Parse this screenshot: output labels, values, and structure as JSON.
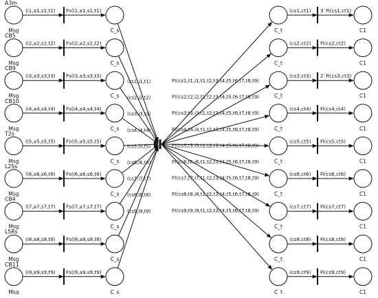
{
  "left_rows": [
    {
      "top_label": "A3m",
      "bottom_label": "Msg",
      "arc_label": "(i1,a1,s1,t1)",
      "transition_label": "Fs(i1,a1,s1,t1)",
      "out_label": "C_s"
    },
    {
      "top_label": "CB5",
      "bottom_label": "Msg",
      "arc_label": "(i2,a2,s2,t2)",
      "transition_label": "Fs(i2,a2,s2,t2)",
      "out_label": "C_s"
    },
    {
      "top_label": "CB9",
      "bottom_label": "Msg",
      "arc_label": "(i3,a3,s3,t3)",
      "transition_label": "Fs(i3,a3,s3,t3)",
      "out_label": "C_s"
    },
    {
      "top_label": "CB10",
      "bottom_label": "Msg",
      "arc_label": "(i4,a4,s4,t4)",
      "transition_label": "Fs(i4,a4,s4,t4)",
      "out_label": "C_s"
    },
    {
      "top_label": "T2s",
      "bottom_label": "Msg",
      "arc_label": "(i5,a5,s5,t5)",
      "transition_label": "Fs(i5,a5,s5,t5)",
      "out_label": "C_s"
    },
    {
      "top_label": "L2Ss",
      "bottom_label": "Msg",
      "arc_label": "(i6,a6,s6,t6)",
      "transition_label": "Fs(i6,a6,s6,t6)",
      "out_label": "C_s"
    },
    {
      "top_label": "CB4",
      "bottom_label": "Msg",
      "arc_label": "(i7,a7,s7,t7)",
      "transition_label": "Fs(i7,a7,s7,t7)",
      "out_label": "C_s"
    },
    {
      "top_label": "L5Rs",
      "bottom_label": "Msg",
      "arc_label": "(i8,a8,s8,t8)",
      "transition_label": "Fs(i8,a8,s8,t8)",
      "out_label": "C_s"
    },
    {
      "top_label": "CB11",
      "bottom_label": "Msg",
      "arc_label": "(i9,a9,s9,t9)",
      "transition_label": "Fs(i9,a9,s9,t9)",
      "out_label": "C_s"
    }
  ],
  "converge_labels": [
    "(cs1,i1,t1)",
    "(cs2,i2,t2)",
    "(cs3,i3,t3)",
    "(cs4,i4,t4)",
    "(cs5,i5,t5)",
    "(cs6,i6,t6)",
    "(cs7,i7,t7)",
    "(cs8,i8,t8)",
    "(cs9,i9,t9)"
  ],
  "ft_labels": [
    "Ft(cs1,t1,i1,t1,t2,t3,t4,t5,t6,t7,t8,t9)",
    "Ft(cs2,t2,i2,t1,t2,t3,t4,t5,t6,t7,t8,t9)",
    "Ft(cs3,t3,i3,t1,t2,t3,t4,t5,t6,t7,t8,t9)",
    "Ft(cs4,t4,i4,t1,t2,t3,t4,t5,t6,t7,t8,t9)",
    "Ft(cs5,t5,i5,t1,t2,t3,t4,t5,t6,t7,t8,t9)",
    "Ft(cs6,t6,i6,t1,t2,t3,t4,t5,t6,t7,t8,t9)",
    "Ft(cs7,t7,i7,t1,t2,t3,t4,t5,t6,t7,t8,t9)",
    "Ft(cs8,t8,i8,t1,t2,t3,t4,t5,t6,t7,t8,t9)",
    "Ft(cs9,t9,i9,t1,t2,t3,t4,t5,t6,t7,t8,t9)"
  ],
  "right_rows": [
    {
      "place_label": "C_t",
      "arc_label": "(cs1,ct1)",
      "transition_label": "3`Fi(cs1,ct1)",
      "out_label": "C1"
    },
    {
      "place_label": "C_t",
      "arc_label": "(cs2,ct2)",
      "transition_label": "Fi(cs2,ct2)",
      "out_label": "C1"
    },
    {
      "place_label": "C_t",
      "arc_label": "(cs3,ct3)",
      "transition_label": "2`Fi(cs3,ct3)",
      "out_label": "C1"
    },
    {
      "place_label": "C_t",
      "arc_label": "(cs4,ct4)",
      "transition_label": "Fi(cs4,ct4)",
      "out_label": "C1"
    },
    {
      "place_label": "C_t",
      "arc_label": "(cs5,ct5)",
      "transition_label": "Fi(cs5,ct5)",
      "out_label": "C1"
    },
    {
      "place_label": "C_t",
      "arc_label": "(cs6,ct6)",
      "transition_label": "Fi(cs6,ct6)",
      "out_label": "C1"
    },
    {
      "place_label": "C_t",
      "arc_label": "(cs7,ct7)",
      "transition_label": "Fi(cs7,ct7)",
      "out_label": "C1"
    },
    {
      "place_label": "C_t",
      "arc_label": "(cs8,ct8)",
      "transition_label": "Fi(cs8,ct8)",
      "out_label": "C1"
    },
    {
      "place_label": "C_t",
      "arc_label": "(cs9,ct9)",
      "transition_label": "Fi(cs9,ct9)",
      "out_label": "C1"
    }
  ]
}
